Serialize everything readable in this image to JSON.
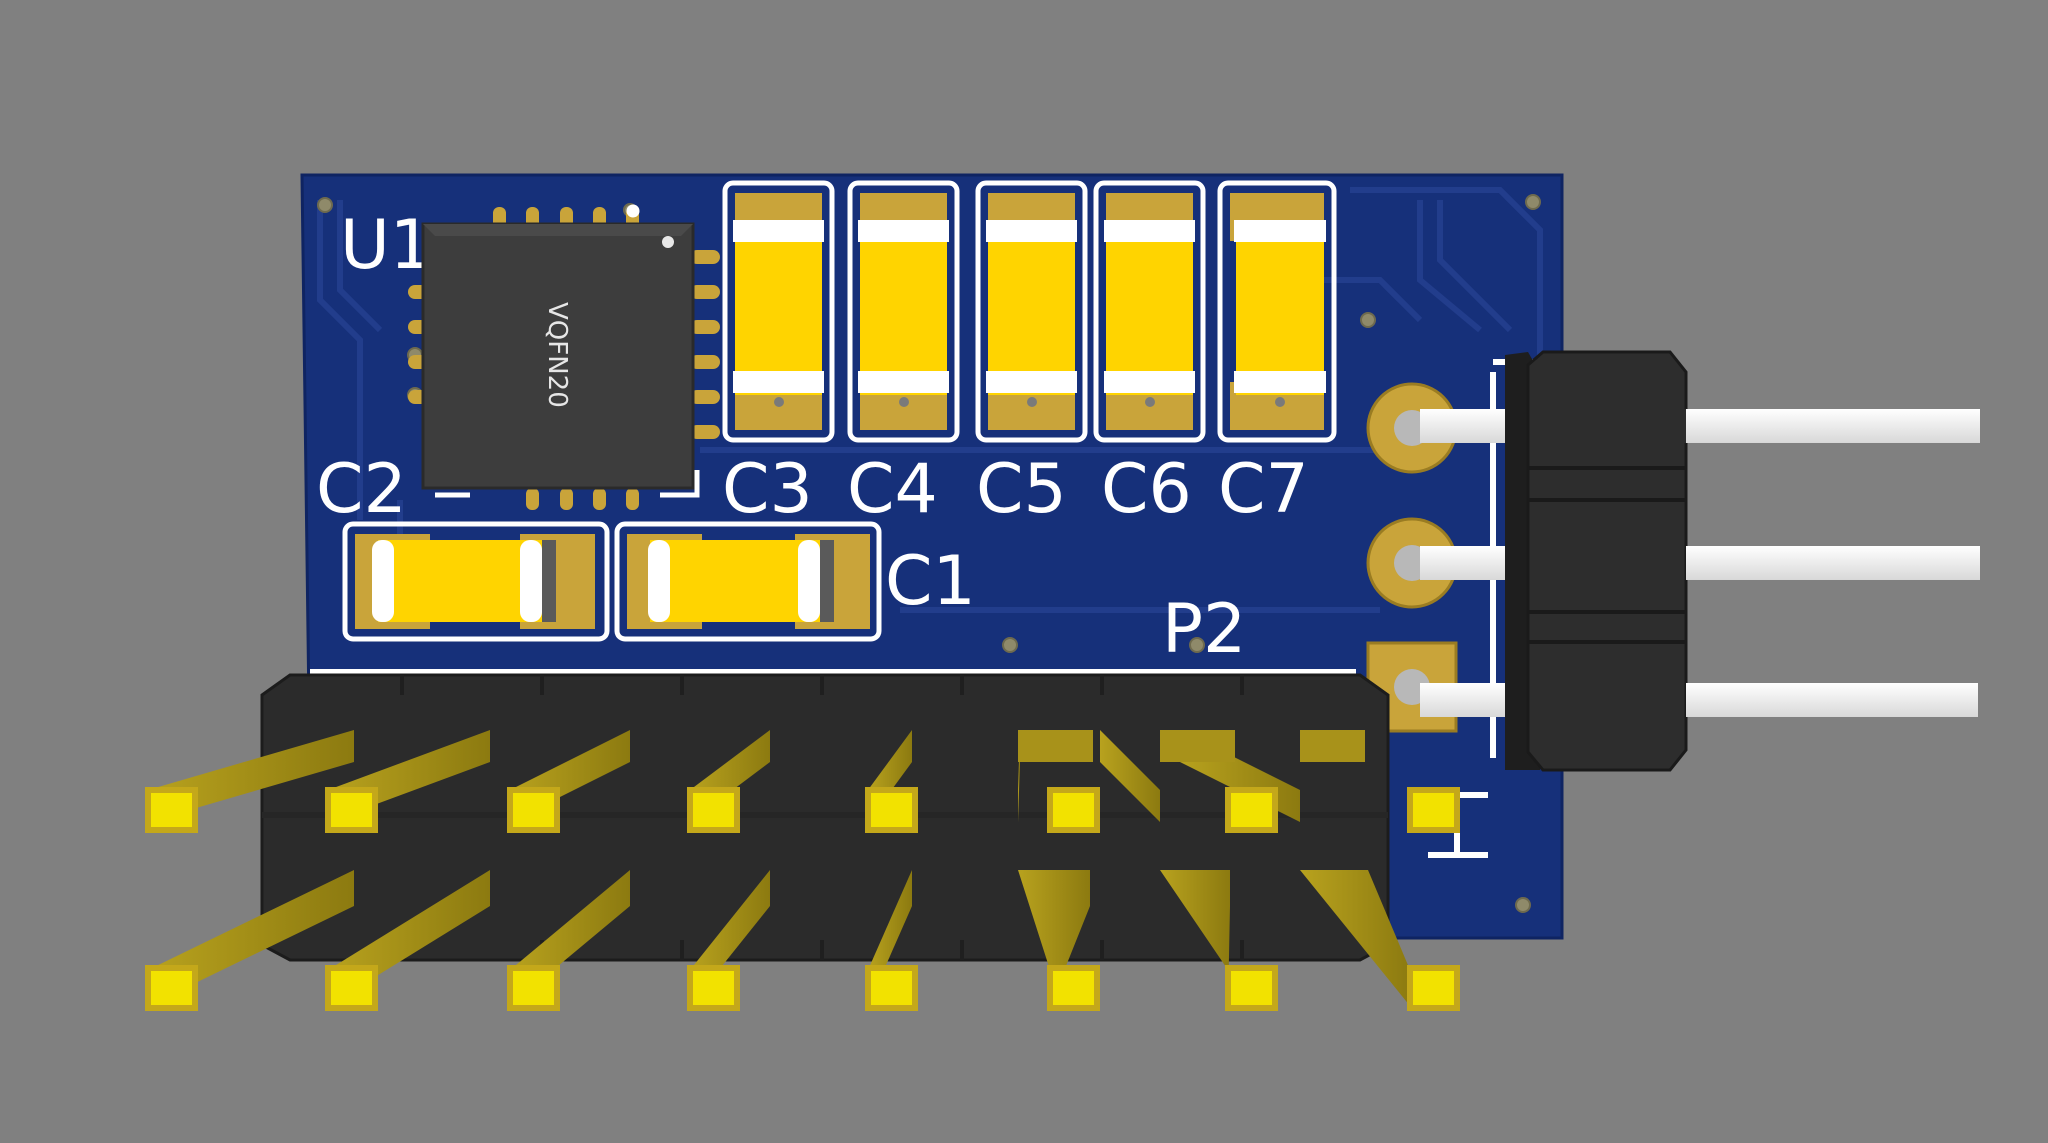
{
  "board": {
    "designators": {
      "u1": "U1",
      "c1": "C1",
      "c2": "C2",
      "c3": "C3",
      "c4": "C4",
      "c5": "C5",
      "c6": "C6",
      "c7": "C7",
      "p2": "P2"
    },
    "chip_marking": "VQFN20",
    "colors": {
      "background": "#808080",
      "pcb": "#15307a",
      "silkscreen": "#ffffff",
      "gold": "#c9a43a",
      "capacitor_body": "#ffd400",
      "chip_body": "#3a3a3a",
      "header_plastic": "#2b2b2b",
      "pin_gold": "#e8d400"
    }
  }
}
